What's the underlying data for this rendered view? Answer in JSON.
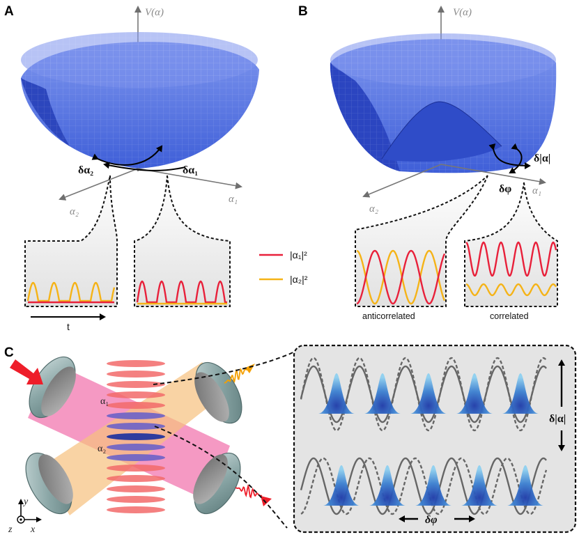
{
  "panels": {
    "a": {
      "letter": "A",
      "v_axis_label": "V(α)",
      "alpha1_label": "α₁",
      "alpha2_label": "α₂",
      "delta_alpha1": "δα₁",
      "delta_alpha2": "δα₂",
      "time_label": "t"
    },
    "b": {
      "letter": "B",
      "v_axis_label": "V(α)",
      "alpha1_label": "α₁",
      "alpha2_label": "α₂",
      "delta_amp": "δ|α|",
      "delta_phi": "δφ",
      "anticorrelated_label": "anticorrelated",
      "correlated_label": "correlated"
    },
    "c": {
      "letter": "C",
      "cavity1_label": "α₁",
      "cavity2_label": "α₂",
      "delta_amp": "δ|α|",
      "delta_phi": "δφ",
      "axis_y": "y",
      "axis_x": "x",
      "axis_z": "z"
    }
  },
  "legend": {
    "items": [
      {
        "label": "|α₁|²",
        "color": "#e8203a"
      },
      {
        "label": "|α₂|²",
        "color": "#f5b317"
      }
    ]
  },
  "colors": {
    "bowl": "#5a78e6",
    "red": "#e8203a",
    "yellow": "#f5b317",
    "lattice": "#f26a6a",
    "pink_beam": "#f27fb4",
    "orange_beam": "#f6c07e"
  }
}
